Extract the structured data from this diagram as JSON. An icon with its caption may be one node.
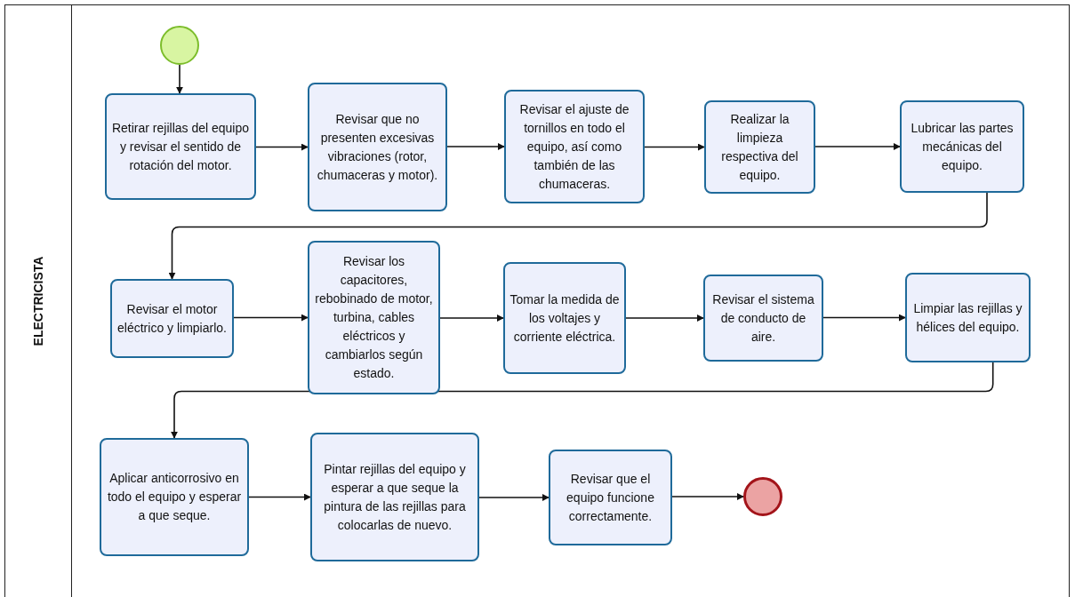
{
  "diagram": {
    "nodes": [
      {
        "text": [
          "ELECTRICISTA"
        ]
      },
      {
        "text": [],
        "shape": "circle",
        "in": 0
      },
      {
        "text": [
          "Retirar rejillas del equipo y revisar el sentido de rotación del motor."
        ],
        "in": 0
      },
      {
        "text": [
          "Revisar que no presenten excesivas vibraciones (rotor, chumaceras y motor)."
        ],
        "in": 0
      },
      {
        "text": [
          "Revisar el ajuste de tornillos en todo el equipo, así como también de las chumaceras."
        ],
        "in": 0
      },
      {
        "text": [
          "Realizar la limpieza respectiva del equipo."
        ],
        "in": 0
      },
      {
        "text": [
          "Lubricar las partes mecánicas del equipo."
        ],
        "in": 0
      },
      {
        "text": [
          "Revisar el motor eléctrico y limpiarlo."
        ],
        "in": 0
      },
      {
        "text": [
          "Revisar los capacitores, rebobinado de motor, turbina, cables eléctricos y cambiarlos según estado."
        ],
        "in": 0
      },
      {
        "text": [
          "Tomar la medida de los voltajes y corriente eléctrica."
        ],
        "in": 0
      },
      {
        "text": [
          "Revisar el sistema de conducto de aire."
        ],
        "in": 0
      },
      {
        "text": [
          "Limpiar las rejillas y hélices del equipo."
        ],
        "in": 0
      },
      {
        "text": [
          "Aplicar anticorrosivo en todo el equipo y esperar a que seque."
        ],
        "in": 0
      },
      {
        "text": [
          "Pintar rejillas del equipo y esperar a que seque la pintura de las rejillas para colocarlas de nuevo."
        ],
        "in": 0
      },
      {
        "text": [
          "Revisar que el equipo funcione correctamente."
        ],
        "in": 0
      },
      {
        "text": [],
        "shape": "circle",
        "in": 0
      }
    ],
    "edges": [
      {
        "from": 1,
        "to": 2,
        "arrow": "to"
      },
      {
        "from": 2,
        "to": 3,
        "arrow": "to"
      },
      {
        "from": 3,
        "to": 4,
        "arrow": "to"
      },
      {
        "from": 4,
        "to": 5,
        "arrow": "to"
      },
      {
        "from": 5,
        "to": 6,
        "arrow": "to"
      },
      {
        "from": 6,
        "to": 7,
        "arrow": "to"
      },
      {
        "from": 7,
        "to": 8,
        "arrow": "to"
      },
      {
        "from": 8,
        "to": 9,
        "arrow": "to"
      },
      {
        "from": 9,
        "to": 10,
        "arrow": "to"
      },
      {
        "from": 10,
        "to": 11,
        "arrow": "to"
      },
      {
        "from": 11,
        "to": 12,
        "arrow": "to"
      },
      {
        "from": 12,
        "to": 13,
        "arrow": "to"
      },
      {
        "from": 13,
        "to": 14,
        "arrow": "to"
      },
      {
        "from": 14,
        "to": 15,
        "arrow": "to"
      }
    ]
  }
}
